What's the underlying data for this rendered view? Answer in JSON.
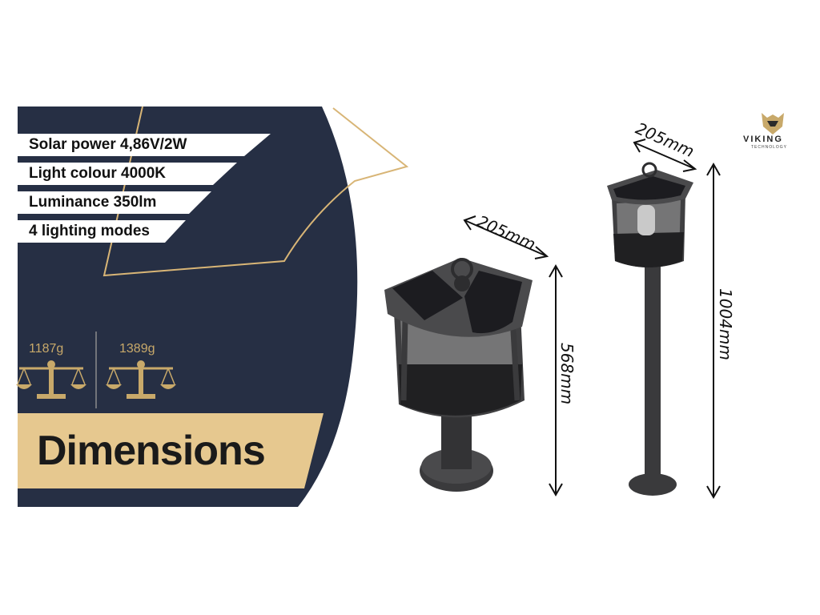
{
  "specs": [
    "Solar power 4,86V/2W",
    "Light colour 4000K",
    "Luminance 350lm",
    "4 lighting modes"
  ],
  "weights": [
    "1187g",
    "1389g"
  ],
  "title": "Dimensions",
  "small_lamp": {
    "width_label": "205mm",
    "height_label": "568mm"
  },
  "tall_lamp": {
    "width_label": "205mm",
    "height_label": "1004mm"
  },
  "brand": {
    "name": "VIKING",
    "sub": "TECHNOLOGY"
  },
  "colors": {
    "navy": "#262f44",
    "gold": "#c8a96a",
    "gold_band": "#e6c88f",
    "lamp": "#3c3c3e"
  }
}
